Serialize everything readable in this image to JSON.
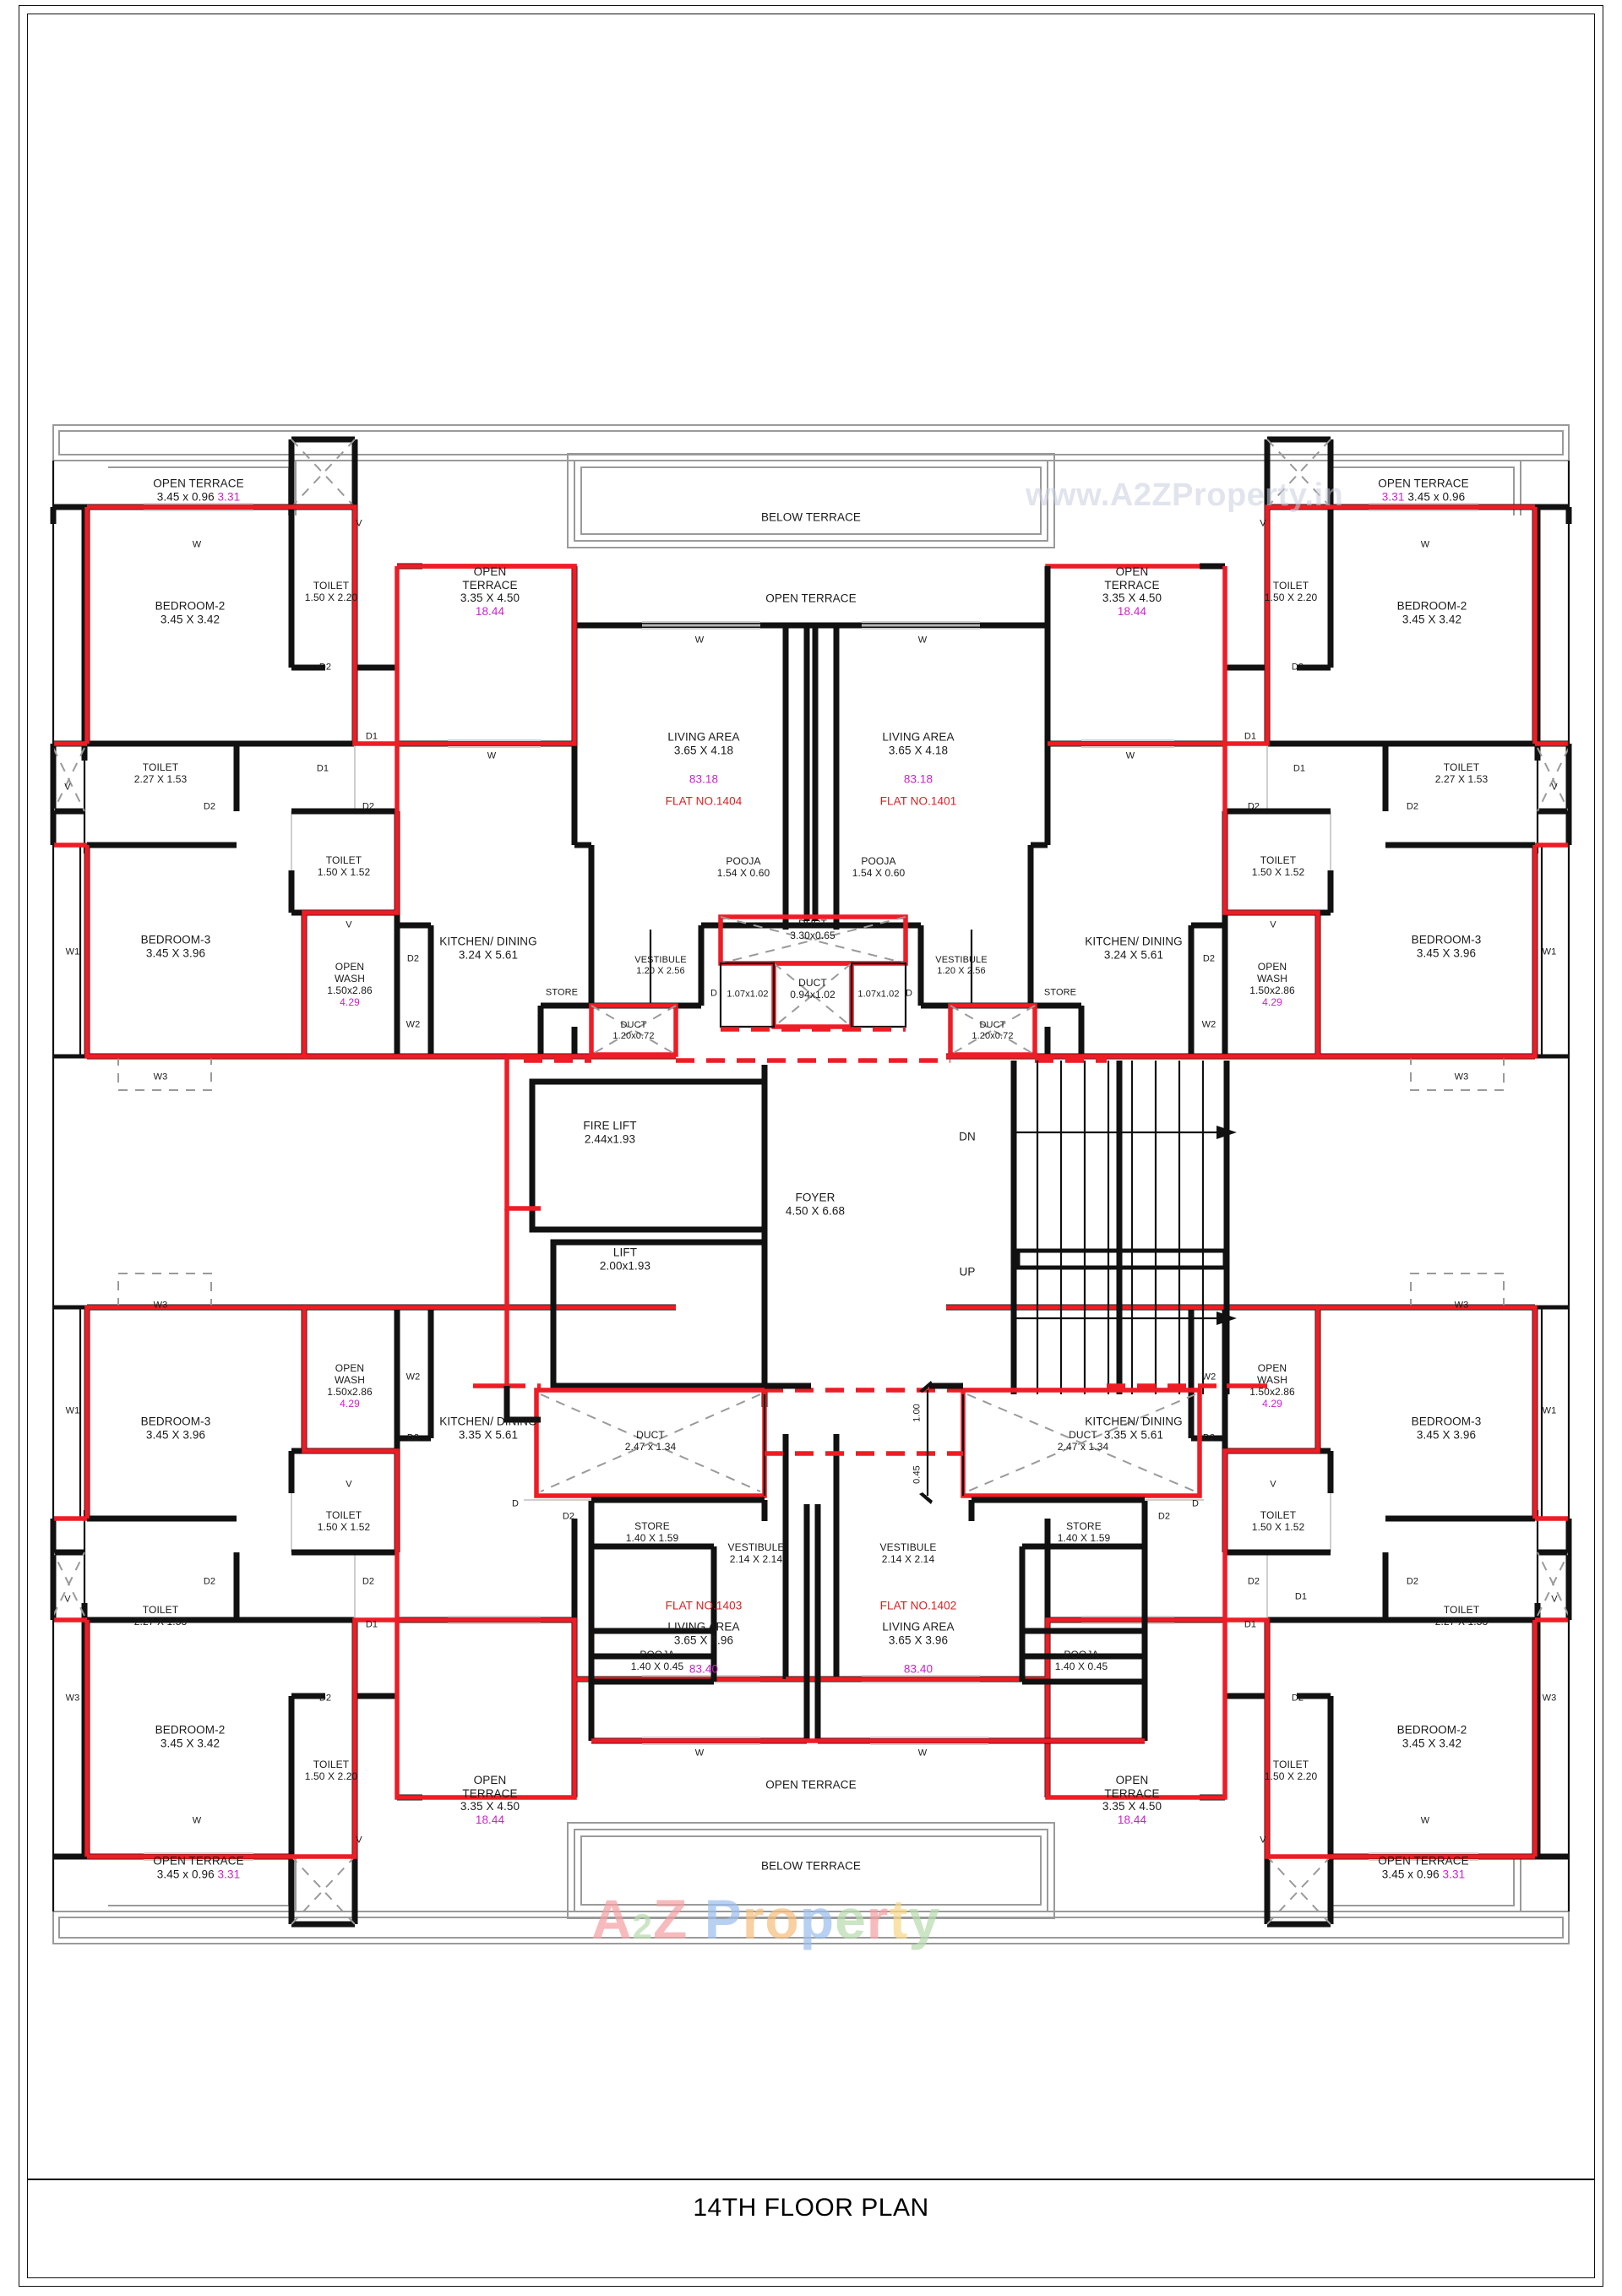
{
  "sheet": {
    "title": "14TH FLOOR PLAN",
    "watermark_top": "www.A2ZProperty.in",
    "watermark_center": "A2Z Property"
  },
  "colors": {
    "wall": "#111111",
    "flat_boundary": "#ee1c25",
    "area_value": "#cc22cc",
    "flat_number": "#d42222",
    "terrace_outline": "#9a9a9a"
  },
  "legend": {
    "window": "W",
    "window1": "W1",
    "window2": "W2",
    "window3": "W3",
    "ventilator": "V",
    "door": "D",
    "door1": "D1",
    "door2": "D2",
    "up": "UP",
    "down": "DN"
  },
  "common": {
    "foyer": {
      "name": "FOYER",
      "dim": "4.50 X 6.68"
    },
    "fire_lift": {
      "name": "FIRE LIFT",
      "dim": "2.44x1.93"
    },
    "lift": {
      "name": "LIFT",
      "dim": "2.00x1.93"
    },
    "staircase_up": "UP",
    "staircase_dn": "DN",
    "below_terrace_top": "BELOW TERRACE",
    "below_terrace_bottom": "BELOW TERRACE",
    "open_terrace_top": "OPEN TERRACE",
    "open_terrace_bottom": "OPEN TERRACE",
    "duct_central_top": {
      "name": "DUCT",
      "dim": "3.30x0.65"
    },
    "duct_central_mid": {
      "name": "DUCT",
      "dim": "0.94x1.02"
    },
    "duct_side_left": "1.07x1.02",
    "duct_side_right": "1.07x1.02",
    "duct_small_left": {
      "name": "DUCT",
      "dim": "1.20x0.72"
    },
    "duct_small_right": {
      "name": "DUCT",
      "dim": "1.20x0.72"
    },
    "duct_big_left": {
      "name": "DUCT",
      "dim": "2.47 x 1.34"
    },
    "duct_big_right": {
      "name": "DUCT",
      "dim": "2.47 x 1.34"
    },
    "gap_dim": "0.45",
    "gap_dim2": "1.00"
  },
  "flats": [
    {
      "id": "1404",
      "flat_label": "FLAT NO.1404",
      "quadrant": "top-left",
      "rooms": [
        {
          "name": "OPEN TERRACE",
          "dim": "3.45 x 0.96",
          "area": "3.31"
        },
        {
          "name": "BEDROOM-2",
          "dim": "3.45 X 3.42"
        },
        {
          "name": "TOILET",
          "dim": "1.50 X 2.20"
        },
        {
          "name": "TOILET",
          "dim": "2.27 X 1.53"
        },
        {
          "name": "BEDROOM-3",
          "dim": "3.45 X 3.96"
        },
        {
          "name": "TOILET",
          "dim": "1.50 X 1.52"
        },
        {
          "name": "OPEN WASH",
          "dim": "1.50x2.86",
          "area": "4.29"
        },
        {
          "name": "KITCHEN/ DINING",
          "dim": "3.24 X 5.61"
        },
        {
          "name": "OPEN TERRACE",
          "dim": "3.35 X 4.50",
          "area": "18.44"
        },
        {
          "name": "LIVING AREA",
          "dim": "3.65 X 4.18",
          "area": "83.18"
        },
        {
          "name": "POOJA",
          "dim": "1.54 X 0.60"
        },
        {
          "name": "VESTIBULE",
          "dim": "1.20 X 2.56"
        },
        {
          "name": "STORE",
          "dim": ""
        }
      ]
    },
    {
      "id": "1401",
      "flat_label": "FLAT NO.1401",
      "quadrant": "top-right",
      "rooms": [
        {
          "name": "OPEN TERRACE",
          "dim": "3.45 x 0.96",
          "area": "3.31"
        },
        {
          "name": "BEDROOM-2",
          "dim": "3.45 X 3.42"
        },
        {
          "name": "TOILET",
          "dim": "1.50 X 2.20"
        },
        {
          "name": "TOILET",
          "dim": "2.27 X 1.53"
        },
        {
          "name": "BEDROOM-3",
          "dim": "3.45 X 3.96"
        },
        {
          "name": "TOILET",
          "dim": "1.50 X 1.52"
        },
        {
          "name": "OPEN WASH",
          "dim": "1.50x2.86",
          "area": "4.29"
        },
        {
          "name": "KITCHEN/ DINING",
          "dim": "3.24 X 5.61"
        },
        {
          "name": "OPEN TERRACE",
          "dim": "3.35 X 4.50",
          "area": "18.44"
        },
        {
          "name": "LIVING AREA",
          "dim": "3.65 X 4.18",
          "area": "83.18"
        },
        {
          "name": "POOJA",
          "dim": "1.54 X 0.60"
        },
        {
          "name": "VESTIBULE",
          "dim": "1.20 X 2.56"
        },
        {
          "name": "STORE",
          "dim": ""
        }
      ]
    },
    {
      "id": "1403",
      "flat_label": "FLAT NO.1403",
      "quadrant": "bottom-left",
      "rooms": [
        {
          "name": "BEDROOM-3",
          "dim": "3.45 X 3.96"
        },
        {
          "name": "OPEN WASH",
          "dim": "1.50x2.86",
          "area": "4.29"
        },
        {
          "name": "TOILET",
          "dim": "1.50 X 1.52"
        },
        {
          "name": "TOILET",
          "dim": "2.27 X 1.53"
        },
        {
          "name": "BEDROOM-2",
          "dim": "3.45 X 3.42"
        },
        {
          "name": "TOILET",
          "dim": "1.50 X 2.20"
        },
        {
          "name": "KITCHEN/ DINING",
          "dim": "3.35 X 5.61"
        },
        {
          "name": "STORE",
          "dim": "1.40 X 1.59"
        },
        {
          "name": "POOJA",
          "dim": "1.40 X 0.45"
        },
        {
          "name": "VESTIBULE",
          "dim": "2.14 X 2.14"
        },
        {
          "name": "LIVING AREA",
          "dim": "3.65 X 3.96",
          "area": "83.40"
        },
        {
          "name": "OPEN TERRACE",
          "dim": "3.35 X 4.50",
          "area": "18.44"
        },
        {
          "name": "OPEN TERRACE",
          "dim": "3.45 x 0.96",
          "area": "3.31"
        }
      ]
    },
    {
      "id": "1402",
      "flat_label": "FLAT NO.1402",
      "quadrant": "bottom-right",
      "rooms": [
        {
          "name": "BEDROOM-3",
          "dim": "3.45 X 3.96"
        },
        {
          "name": "OPEN WASH",
          "dim": "1.50x2.86",
          "area": "4.29"
        },
        {
          "name": "TOILET",
          "dim": "1.50 X 1.52"
        },
        {
          "name": "TOILET",
          "dim": "2.27 X 1.53"
        },
        {
          "name": "BEDROOM-2",
          "dim": "3.45 X 3.42"
        },
        {
          "name": "TOILET",
          "dim": "1.50 X 2.20"
        },
        {
          "name": "KITCHEN/ DINING",
          "dim": "3.35 X 5.61"
        },
        {
          "name": "STORE",
          "dim": "1.40 X 1.59"
        },
        {
          "name": "POOJA",
          "dim": "1.40 X 0.45"
        },
        {
          "name": "VESTIBULE",
          "dim": "2.14 X 2.14"
        },
        {
          "name": "LIVING AREA",
          "dim": "3.65 X 3.96",
          "area": "83.40"
        },
        {
          "name": "OPEN TERRACE",
          "dim": "3.35 X 4.50",
          "area": "18.44"
        },
        {
          "name": "OPEN TERRACE",
          "dim": "3.45 x 0.96",
          "area": "3.31"
        }
      ]
    }
  ],
  "labels": {
    "tl_terrace_name": "OPEN TERRACE",
    "tl_terrace_dim": "3.45 x 0.96",
    "tl_terrace_area": "3.31",
    "tl_bed2_name": "BEDROOM-2",
    "tl_bed2_dim": "3.45 X 3.42",
    "tl_toilet1_name": "TOILET",
    "tl_toilet1_dim": "1.50 X 2.20",
    "tl_toilet2_name": "TOILET",
    "tl_toilet2_dim": "2.27 X 1.53",
    "tl_bed3_name": "BEDROOM-3",
    "tl_bed3_dim": "3.45 X 3.96",
    "tl_toilet3_name": "TOILET",
    "tl_toilet3_dim": "1.50 X 1.52",
    "tl_wash_name": "OPEN",
    "tl_wash_name2": "WASH",
    "tl_wash_dim": "1.50x2.86",
    "tl_wash_area": "4.29",
    "tl_kitchen_name": "KITCHEN/ DINING",
    "tl_kitchen_dim": "3.24 X 5.61",
    "tl_oterr_name": "OPEN",
    "tl_oterr_name2": "TERRACE",
    "tl_oterr_dim": "3.35 X 4.50",
    "tl_oterr_area": "18.44",
    "tl_living_name": "LIVING AREA",
    "tl_living_dim": "3.65 X 4.18",
    "tl_living_area": "83.18",
    "tl_living_flat": "FLAT NO.1404",
    "tl_pooja_name": "POOJA",
    "tl_pooja_dim": "1.54 X 0.60",
    "tl_vest_name": "VESTIBULE",
    "tl_vest_dim": "1.20 X 2.56",
    "tl_store": "STORE",
    "tr_terrace_name": "OPEN TERRACE",
    "tr_terrace_dim": "3.45 x 0.96",
    "tr_terrace_area": "3.31",
    "tr_bed2_name": "BEDROOM-2",
    "tr_bed2_dim": "3.45 X 3.42",
    "tr_toilet1_name": "TOILET",
    "tr_toilet1_dim": "1.50 X 2.20",
    "tr_toilet2_name": "TOILET",
    "tr_toilet2_dim": "2.27 X 1.53",
    "tr_bed3_name": "BEDROOM-3",
    "tr_bed3_dim": "3.45 X 3.96",
    "tr_toilet3_name": "TOILET",
    "tr_toilet3_dim": "1.50 X 1.52",
    "tr_wash_name": "OPEN",
    "tr_wash_name2": "WASH",
    "tr_wash_dim": "1.50x2.86",
    "tr_wash_area": "4.29",
    "tr_kitchen_name": "KITCHEN/ DINING",
    "tr_kitchen_dim": "3.24 X 5.61",
    "tr_oterr_name": "OPEN",
    "tr_oterr_name2": "TERRACE",
    "tr_oterr_dim": "3.35 X 4.50",
    "tr_oterr_area": "18.44",
    "tr_living_name": "LIVING AREA",
    "tr_living_dim": "3.65 X 4.18",
    "tr_living_area": "83.18",
    "tr_living_flat": "FLAT NO.1401",
    "tr_pooja_name": "POOJA",
    "tr_pooja_dim": "1.54 X 0.60",
    "tr_vest_name": "VESTIBULE",
    "tr_vest_dim": "1.20 X 2.56",
    "tr_store": "STORE",
    "bl_bed3_name": "BEDROOM-3",
    "bl_bed3_dim": "3.45 X 3.96",
    "bl_wash_name": "OPEN",
    "bl_wash_name2": "WASH",
    "bl_wash_dim": "1.50x2.86",
    "bl_wash_area": "4.29",
    "bl_toilet3_name": "TOILET",
    "bl_toilet3_dim": "1.50 X 1.52",
    "bl_toilet2_name": "TOILET",
    "bl_toilet2_dim": "2.27 X 1.53",
    "bl_bed2_name": "BEDROOM-2",
    "bl_bed2_dim": "3.45 X 3.42",
    "bl_toilet1_name": "TOILET",
    "bl_toilet1_dim": "1.50 X 2.20",
    "bl_kitchen_name": "KITCHEN/ DINING",
    "bl_kitchen_dim": "3.35 X 5.61",
    "bl_store_name": "STORE",
    "bl_store_dim": "1.40 X 1.59",
    "bl_pooja_name": "POOJA",
    "bl_pooja_dim": "1.40 X 0.45",
    "bl_vest_name": "VESTIBULE",
    "bl_vest_dim": "2.14 X 2.14",
    "bl_living_flat": "FLAT NO.1403",
    "bl_living_name": "LIVING AREA",
    "bl_living_dim": "3.65 X 3.96",
    "bl_living_area": "83.40",
    "bl_oterr_name": "OPEN",
    "bl_oterr_name2": "TERRACE",
    "bl_oterr_dim": "3.35 X 4.50",
    "bl_oterr_area": "18.44",
    "bl_terrace_name": "OPEN TERRACE",
    "bl_terrace_dim": "3.45 x 0.96",
    "bl_terrace_area": "3.31",
    "br_bed3_name": "BEDROOM-3",
    "br_bed3_dim": "3.45 X 3.96",
    "br_wash_name": "OPEN",
    "br_wash_name2": "WASH",
    "br_wash_dim": "1.50x2.86",
    "br_wash_area": "4.29",
    "br_toilet3_name": "TOILET",
    "br_toilet3_dim": "1.50 X 1.52",
    "br_toilet2_name": "TOILET",
    "br_toilet2_dim": "2.27 X 1.53",
    "br_bed2_name": "BEDROOM-2",
    "br_bed2_dim": "3.45 X 3.42",
    "br_toilet1_name": "TOILET",
    "br_toilet1_dim": "1.50 X 2.20",
    "br_kitchen_name": "KITCHEN/ DINING",
    "br_kitchen_dim": "3.35 X 5.61",
    "br_store_name": "STORE",
    "br_store_dim": "1.40 X 1.59",
    "br_pooja_name": "POOJA",
    "br_pooja_dim": "1.40 X 0.45",
    "br_vest_name": "VESTIBULE",
    "br_vest_dim": "2.14 X 2.14",
    "br_living_flat": "FLAT NO.1402",
    "br_living_name": "LIVING AREA",
    "br_living_dim": "3.65 X 3.96",
    "br_living_area": "83.40",
    "br_oterr_name": "OPEN",
    "br_oterr_name2": "TERRACE",
    "br_oterr_dim": "3.35 X 4.50",
    "br_oterr_area": "18.44",
    "br_terrace_name": "OPEN TERRACE",
    "br_terrace_dim": "3.45 x 0.96",
    "br_terrace_area": "3.31",
    "below_terrace_top": "BELOW TERRACE",
    "below_terrace_bottom": "BELOW TERRACE",
    "open_terrace_top": "OPEN TERRACE",
    "open_terrace_bottom": "OPEN TERRACE",
    "foyer_name": "FOYER",
    "foyer_dim": "4.50 X 6.68",
    "firelift_name": "FIRE LIFT",
    "firelift_dim": "2.44x1.93",
    "lift_name": "LIFT",
    "lift_dim": "2.00x1.93",
    "dn": "DN",
    "up": "UP",
    "duct_top_name": "DUCT",
    "duct_top_dim": "3.30x0.65",
    "duct_mid_name": "DUCT",
    "duct_mid_dim": "0.94x1.02",
    "duct_l_small": "1.07x1.02",
    "duct_r_small": "1.07x1.02",
    "duct_sl_name": "DUCT",
    "duct_sl_dim": "1.20x0.72",
    "duct_sr_name": "DUCT",
    "duct_sr_dim": "1.20x0.72",
    "duct_bl_name": "DUCT",
    "duct_bl_dim": "2.47 x 1.34",
    "duct_br_name": "DUCT",
    "duct_br_dim": "2.47 x 1.34",
    "dim_045": "0.45",
    "dim_100": "1.00"
  }
}
